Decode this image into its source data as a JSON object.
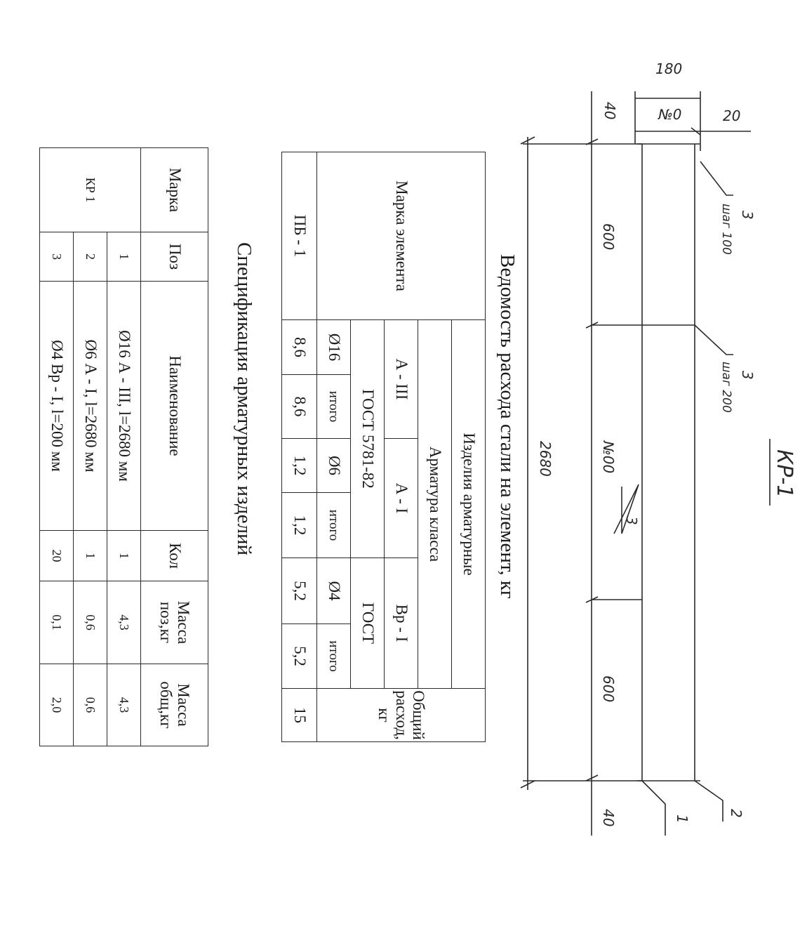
{
  "drawing": {
    "title": "КР-1",
    "dim_total": "2680",
    "dim_end_left": "40",
    "dim_end_right": "40",
    "dim_seg_left": "600",
    "dim_seg_right": "600",
    "dim_mid_pitch": "№00",
    "dim_width": "180",
    "dim_inner": "№0",
    "dim_offset": "20",
    "leader_3_pitch_a": "3",
    "leader_3_pitch_a_text": "шаг 100",
    "leader_3_pitch_b": "3",
    "leader_3_pitch_b_text": "шаг 200",
    "leader_3_mid": "3",
    "leader_2": "2",
    "leader_1": "1"
  },
  "steel_table": {
    "caption": "Ведомость расхода стали на элемент, кг",
    "header_mark": "Марка элемента",
    "header_products": "Изделия арматурные",
    "header_class": "Арматура класса",
    "class_a3": "А - III",
    "class_a1": "А - I",
    "class_vr1": "Вр - I",
    "gost_1": "ГОСТ 5781-82",
    "gost_2": "ГОСТ",
    "d16": "Ø16",
    "d6": "Ø6",
    "d4": "Ø4",
    "total_label": "итого",
    "header_general": "Общий расход, кг",
    "rows": [
      {
        "mark": "ПБ - 1",
        "v1": "8,6",
        "v2": "8,6",
        "v3": "1,2",
        "v4": "1,2",
        "v5": "5,2",
        "v6": "5,2",
        "total": "15"
      }
    ]
  },
  "spec_table": {
    "caption": "Спецификация арматурных изделий",
    "headers": {
      "mark": "Марка",
      "pos": "Поз",
      "name": "Наименование",
      "qty": "Кол",
      "mass_pos": "Масса поз,кг",
      "mass_total": "Масса общ,кг"
    },
    "group_mark": "КР 1",
    "rows": [
      {
        "pos": "1",
        "name": "Ø16 А - III, l=2680 мм",
        "qty": "1",
        "mass_pos": "4,3",
        "mass_total": "4,3"
      },
      {
        "pos": "2",
        "name": "Ø6 А - I, l=2680 мм",
        "qty": "1",
        "mass_pos": "0,6",
        "mass_total": "0,6"
      },
      {
        "pos": "3",
        "name": "Ø4 Вр - I, l=200 мм",
        "qty": "20",
        "mass_pos": "0,1",
        "mass_total": "2,0"
      }
    ]
  }
}
